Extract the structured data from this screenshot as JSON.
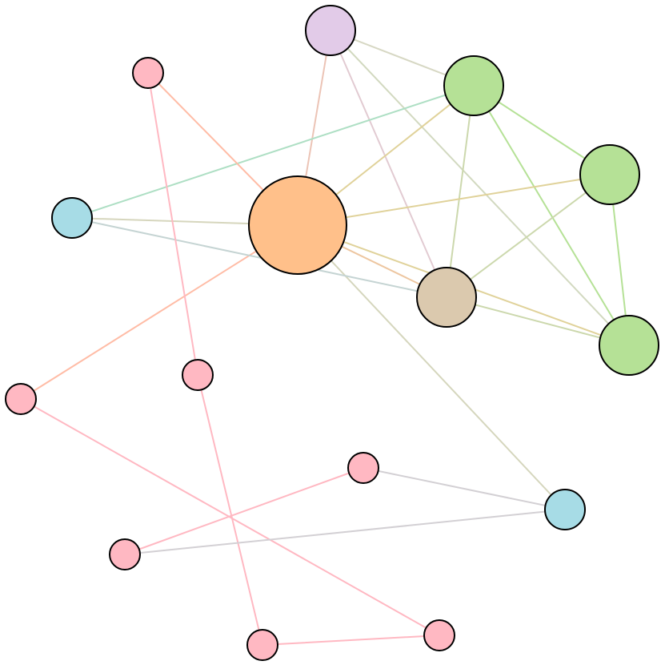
{
  "graph": {
    "colors": {
      "orange": "#ffc08a",
      "tan": "#dbc9ae",
      "green": "#b5e196",
      "lavender": "#e2cbe8",
      "cyan": "#a7dce6",
      "pink": "#ffb8c2",
      "node_stroke": "#000000"
    },
    "nodes": [
      {
        "id": "n-orange-hub",
        "group": "orange",
        "size": "xl"
      },
      {
        "id": "n-tan",
        "group": "tan",
        "size": "lg"
      },
      {
        "id": "n-green-top",
        "group": "green",
        "size": "lg"
      },
      {
        "id": "n-green-right",
        "group": "green",
        "size": "lg"
      },
      {
        "id": "n-green-bottom",
        "group": "green",
        "size": "lg"
      },
      {
        "id": "n-lavender",
        "group": "lavender",
        "size": "md"
      },
      {
        "id": "n-cyan-left",
        "group": "cyan",
        "size": "md"
      },
      {
        "id": "n-cyan-right",
        "group": "cyan",
        "size": "md"
      },
      {
        "id": "n-pink-1",
        "group": "pink",
        "size": "sm"
      },
      {
        "id": "n-pink-2",
        "group": "pink",
        "size": "sm"
      },
      {
        "id": "n-pink-3",
        "group": "pink",
        "size": "sm"
      },
      {
        "id": "n-pink-4",
        "group": "pink",
        "size": "sm"
      },
      {
        "id": "n-pink-5",
        "group": "pink",
        "size": "sm"
      },
      {
        "id": "n-pink-6",
        "group": "pink",
        "size": "sm"
      },
      {
        "id": "n-pink-7",
        "group": "pink",
        "size": "sm"
      }
    ],
    "edges": [
      {
        "source": "n-lavender",
        "target": "n-orange-hub",
        "color": "#ecc4b6"
      },
      {
        "source": "n-lavender",
        "target": "n-tan",
        "color": "#e2cbd2"
      },
      {
        "source": "n-lavender",
        "target": "n-green-top",
        "color": "#d7d8c4"
      },
      {
        "source": "n-lavender",
        "target": "n-green-bottom",
        "color": "#d2d9c0"
      },
      {
        "source": "n-green-top",
        "target": "n-orange-hub",
        "color": "#e0d29a"
      },
      {
        "source": "n-green-top",
        "target": "n-cyan-left",
        "color": "#aedfc4"
      },
      {
        "source": "n-green-top",
        "target": "n-tan",
        "color": "#ccd8ad"
      },
      {
        "source": "n-green-top",
        "target": "n-green-right",
        "color": "#b5e196"
      },
      {
        "source": "n-green-top",
        "target": "n-green-bottom",
        "color": "#b5e196"
      },
      {
        "source": "n-green-right",
        "target": "n-orange-hub",
        "color": "#e0d29a"
      },
      {
        "source": "n-green-right",
        "target": "n-tan",
        "color": "#ccd8ad"
      },
      {
        "source": "n-green-right",
        "target": "n-green-bottom",
        "color": "#b5e196"
      },
      {
        "source": "n-orange-hub",
        "target": "n-cyan-left",
        "color": "#d6d6bd"
      },
      {
        "source": "n-orange-hub",
        "target": "n-tan",
        "color": "#edc6a0"
      },
      {
        "source": "n-orange-hub",
        "target": "n-green-bottom",
        "color": "#e0d29a"
      },
      {
        "source": "n-orange-hub",
        "target": "n-cyan-right",
        "color": "#d5d6bd"
      },
      {
        "source": "n-orange-hub",
        "target": "n-pink-3",
        "color": "#ffbca6"
      },
      {
        "source": "n-pink-1",
        "target": "n-orange-hub",
        "color": "#ffbca6"
      },
      {
        "source": "n-cyan-left",
        "target": "n-tan",
        "color": "#c5d4d3"
      },
      {
        "source": "n-tan",
        "target": "n-green-bottom",
        "color": "#ccd8ad"
      },
      {
        "source": "n-pink-1",
        "target": "n-pink-2",
        "color": "#ffb8c2"
      },
      {
        "source": "n-pink-2",
        "target": "n-pink-6",
        "color": "#ffb8c2"
      },
      {
        "source": "n-pink-3",
        "target": "n-pink-7",
        "color": "#ffb8c2"
      },
      {
        "source": "n-pink-6",
        "target": "n-pink-7",
        "color": "#ffb8c2"
      },
      {
        "source": "n-pink-4",
        "target": "n-pink-5",
        "color": "#ffb8c2"
      },
      {
        "source": "n-pink-4",
        "target": "n-cyan-right",
        "color": "#d3d0d4"
      },
      {
        "source": "n-pink-5",
        "target": "n-cyan-right",
        "color": "#d3d0d4"
      }
    ]
  }
}
